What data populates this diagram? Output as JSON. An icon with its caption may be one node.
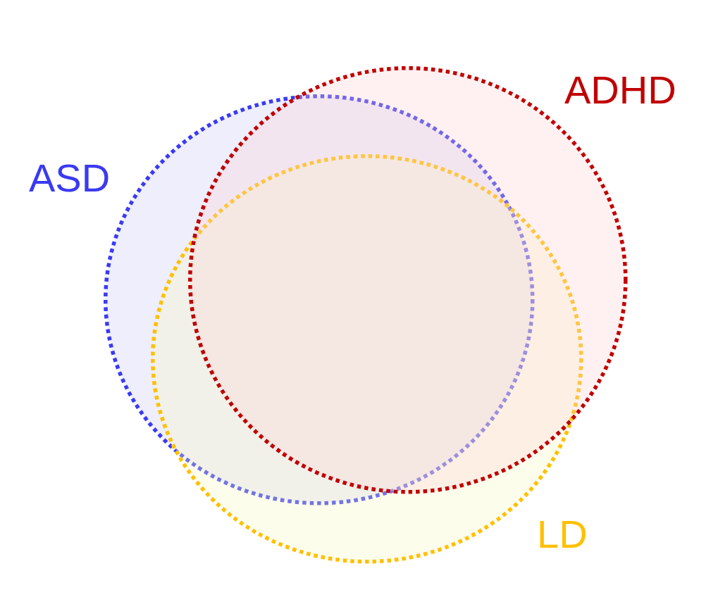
{
  "diagram": {
    "nodes": [
      {
        "text": [
          "ADHD"
        ]
      },
      {
        "text": [
          "ASD"
        ]
      },
      {
        "text": [
          "LD"
        ]
      }
    ]
  }
}
